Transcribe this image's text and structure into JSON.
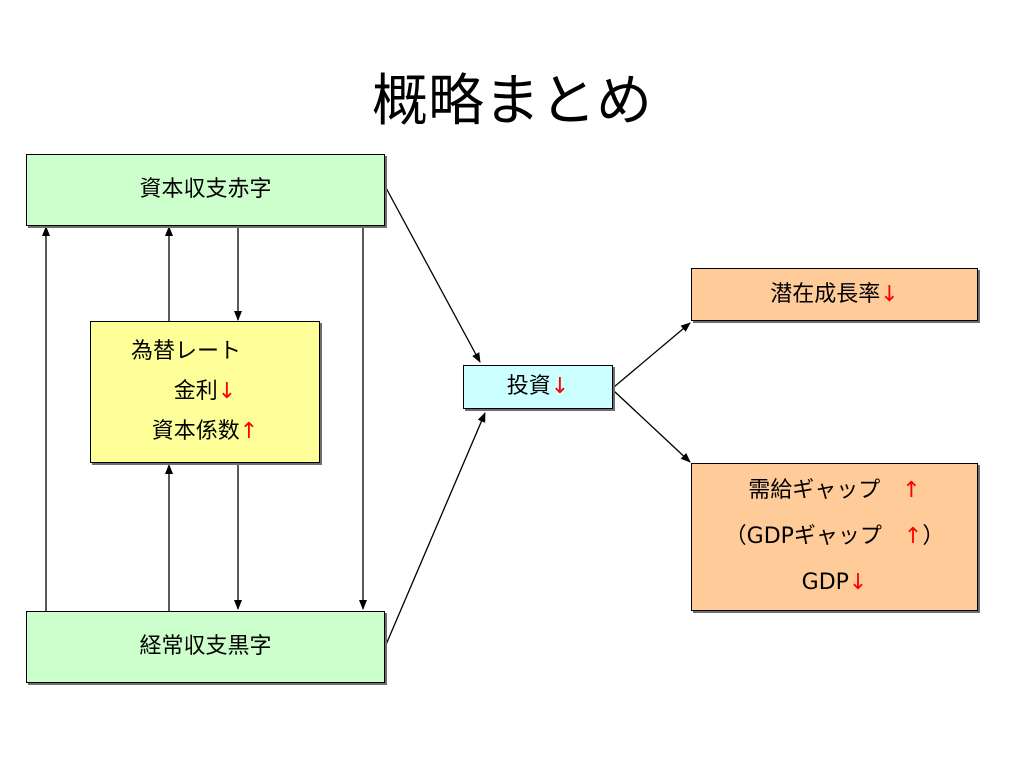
{
  "title": "概略まとめ",
  "nodes": {
    "capital_account": {
      "label": "資本収支赤字"
    },
    "current_account": {
      "label": "経常収支黒字"
    },
    "middle": {
      "line1": "為替レート",
      "line2_text": "金利",
      "line2_arrow": "↓",
      "line3_text": "資本係数",
      "line3_arrow": "↑"
    },
    "investment": {
      "text": "投資",
      "arrow": "↓"
    },
    "potential_growth": {
      "text": "潜在成長率",
      "arrow": "↓"
    },
    "demand_gap": {
      "line1_text": "需給ギャップ　",
      "line1_arrow": "↑",
      "line2_open": "（GDPギャップ　",
      "line2_arrow": "↑",
      "line2_close": "）",
      "line3_text": "GDP",
      "line3_arrow": "↓"
    }
  },
  "colors": {
    "green": "#ccffcc",
    "yellow": "#ffff99",
    "cyan": "#ccffff",
    "orange": "#ffcc99",
    "arrow_red": "#ff0000"
  }
}
